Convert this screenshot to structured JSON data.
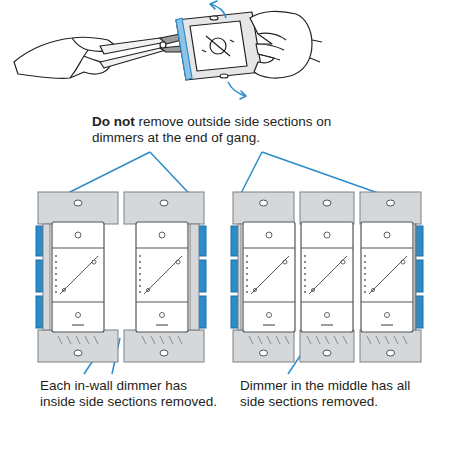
{
  "diagram": {
    "labels": [
      "Do not",
      "remove outside side sections on dimmers at the end of gang.",
      "Each in-wall dimmer has inside side sections removed.",
      "Dimmer in the middle has all side sections removed."
    ]
  }
}
